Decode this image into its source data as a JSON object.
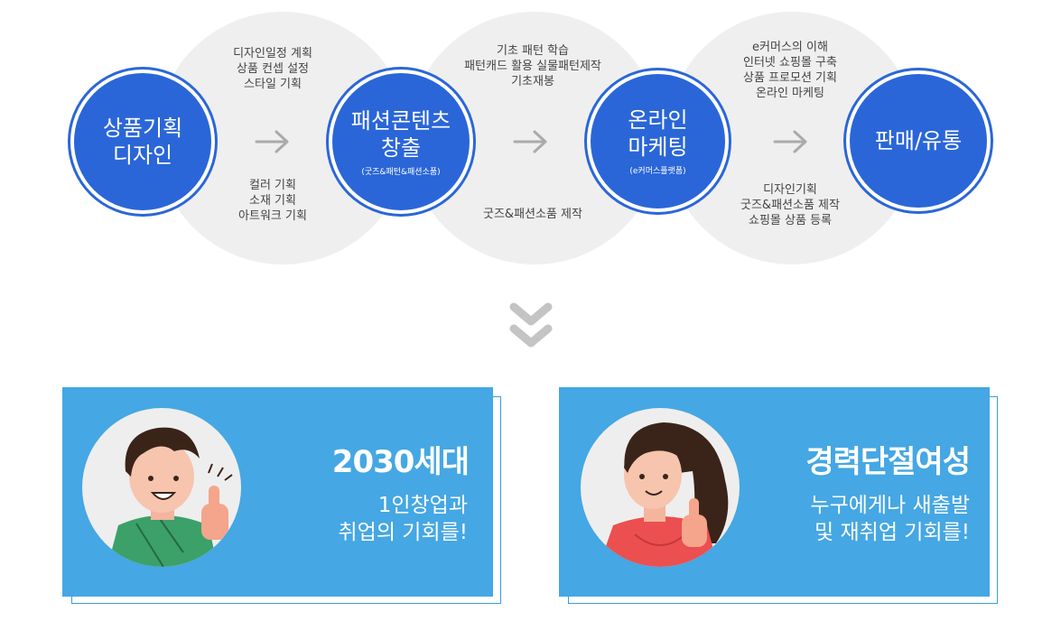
{
  "flow": {
    "nodes": [
      {
        "title_lines": [
          "상품기획",
          "디자인"
        ],
        "sub": ""
      },
      {
        "title_lines": [
          "패션콘텐츠",
          "창출"
        ],
        "sub": "(굿즈&패턴&패션소품)"
      },
      {
        "title_lines": [
          "온라인",
          "마케팅"
        ],
        "sub": "(e커머스플랫폼)"
      },
      {
        "title_lines": [
          "판매/유통"
        ],
        "sub": ""
      }
    ],
    "labels": [
      {
        "lines": [
          "디자인일정 계획",
          "상품 컨셉 설정",
          "스타일 기획"
        ]
      },
      {
        "lines": [
          "컬러 기획",
          "소재 기획",
          "아트워크 기획"
        ]
      },
      {
        "lines": [
          "기초 패턴 학습",
          "패턴캐드 활용 실물패턴제작",
          "기초재봉"
        ]
      },
      {
        "lines": [
          "굿즈&패션소품 제작"
        ]
      },
      {
        "lines": [
          "e커머스의 이해",
          "인터넷 쇼핑몰 구축",
          "상품 프로모션 기획",
          "온라인 마케팅"
        ]
      },
      {
        "lines": [
          "디자인기획",
          "굿즈&패션소품 제작",
          "쇼핑몰 상품 등록"
        ]
      }
    ]
  },
  "cards": [
    {
      "title": "2030세대",
      "desc_lines": [
        "1인창업과",
        "취업의 기회를!"
      ],
      "avatar": "man-thumbs-up-avatar"
    },
    {
      "title": "경력단절여성",
      "desc_lines": [
        "누구에게나 새출발",
        "및 재취업 기회를!"
      ],
      "avatar": "woman-thumbs-up-avatar"
    }
  ],
  "colors": {
    "node_blue": "#2a66d8",
    "card_blue": "#45a7e3",
    "circle_gray": "#efefef"
  },
  "icons": [
    "arrow-right-icon",
    "double-chevron-down-icon"
  ]
}
